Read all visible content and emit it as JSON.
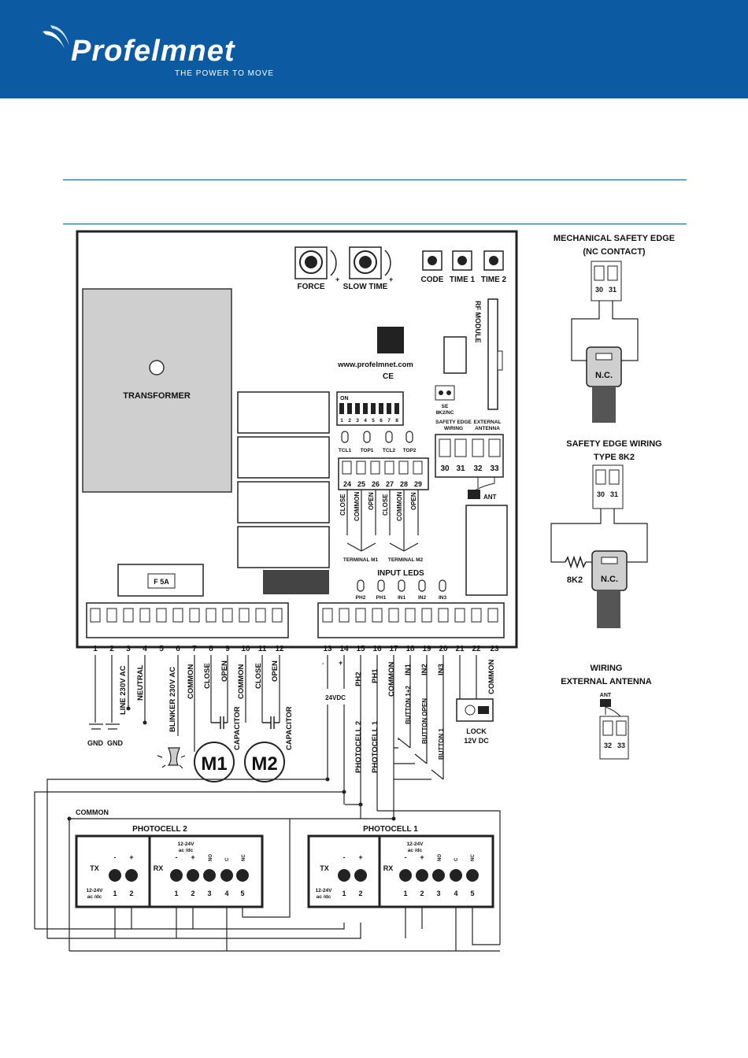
{
  "header": {
    "brand": "Profelmnet",
    "tagline": "THE POWER TO MOVE",
    "brand_color": "#0b5aa2"
  },
  "board": {
    "force": "FORCE",
    "slow_time": "SLOW TIME",
    "plus": "+",
    "code": "CODE",
    "time1": "TIME 1",
    "time2": "TIME 2",
    "rf_module": "RF MODULE",
    "website": "www.profelmnet.com",
    "ce": "CE",
    "transformer": "TRANSFORMER",
    "dip_on": "ON",
    "dip_numbers": [
      "1",
      "2",
      "3",
      "4",
      "5",
      "6",
      "7",
      "8"
    ],
    "se_label": "SE",
    "se_sub": "8K2/NC",
    "safety_edge_wiring": [
      "SAFETY EDGE",
      "WIRING"
    ],
    "external_antenna": [
      "EXTERNAL",
      "ANTENNA"
    ],
    "leds_top": [
      "TCL1",
      "TOP1",
      "TCL2",
      "TOP2"
    ],
    "terminals_mid": [
      "24",
      "25",
      "26",
      "27",
      "28",
      "29"
    ],
    "terminals_se": [
      "30",
      "31",
      "32",
      "33"
    ],
    "ant": "ANT",
    "mid_labels": [
      "CLOSE",
      "COMMON",
      "OPEN",
      "CLOSE",
      "COMMON",
      "OPEN"
    ],
    "terminal_m1": "TERMINAL M1",
    "terminal_m2": "TERMINAL M2",
    "input_leds": "INPUT LEDS",
    "input_led_labels": [
      "PH2",
      "PH1",
      "IN1",
      "IN2",
      "IN3"
    ],
    "fuse": "F 5A",
    "terminals_bottom": [
      "1",
      "2",
      "3",
      "4",
      "5",
      "6",
      "7",
      "8",
      "9",
      "10",
      "11",
      "12",
      "13",
      "14",
      "15",
      "16",
      "17",
      "18",
      "19",
      "20",
      "21",
      "22",
      "23"
    ]
  },
  "wiring": {
    "left_labels": [
      "LINE 230V AC",
      "NEUTRAL",
      "BLINKER 230V AC",
      "COMMON",
      "CLOSE",
      "OPEN",
      "COMMON",
      "CLOSE",
      "OPEN"
    ],
    "capacitor": "CAPACITOR",
    "gnd": "GND",
    "m1": "M1",
    "m2": "M2",
    "minus": "-",
    "plus": "+",
    "vdc": "24VDC",
    "right_labels": [
      "PH2",
      "PH1",
      "COMMON",
      "IN1",
      "IN2",
      "IN3",
      "COMMON"
    ],
    "photocell2": "PHOTOCELL 2",
    "photocell1": "PHOTOCELL 1",
    "button12": "BUTTON 1+2",
    "button_open": "BUTTON OPEN",
    "button1": "BUTTON 1",
    "lock": "LOCK",
    "lock_v": "12V DC",
    "common": "COMMON"
  },
  "photocells": {
    "pc2_title": "PHOTOCELL 2",
    "pc1_title": "PHOTOCELL 1",
    "tx": "TX",
    "rx": "RX",
    "supply": "12-24V",
    "supply_sub": "ac /dc",
    "no": "NO",
    "c": "C",
    "nc": "NC",
    "tx_nums": [
      "1",
      "2"
    ],
    "rx_nums": [
      "1",
      "2",
      "3",
      "4",
      "5"
    ]
  },
  "side": {
    "mech_title1": "MECHANICAL SAFETY EDGE",
    "mech_title2": "(NC CONTACT)",
    "t30": "30",
    "t31": "31",
    "t32": "32",
    "t33": "33",
    "nc": "N.C.",
    "se8k2_title1": "SAFETY EDGE WIRING",
    "se8k2_title2": "TYPE 8K2",
    "r8k2": "8K2",
    "ant_title1": "WIRING",
    "ant_title2": "EXTERNAL ANTENNA",
    "ant": "ANT"
  }
}
